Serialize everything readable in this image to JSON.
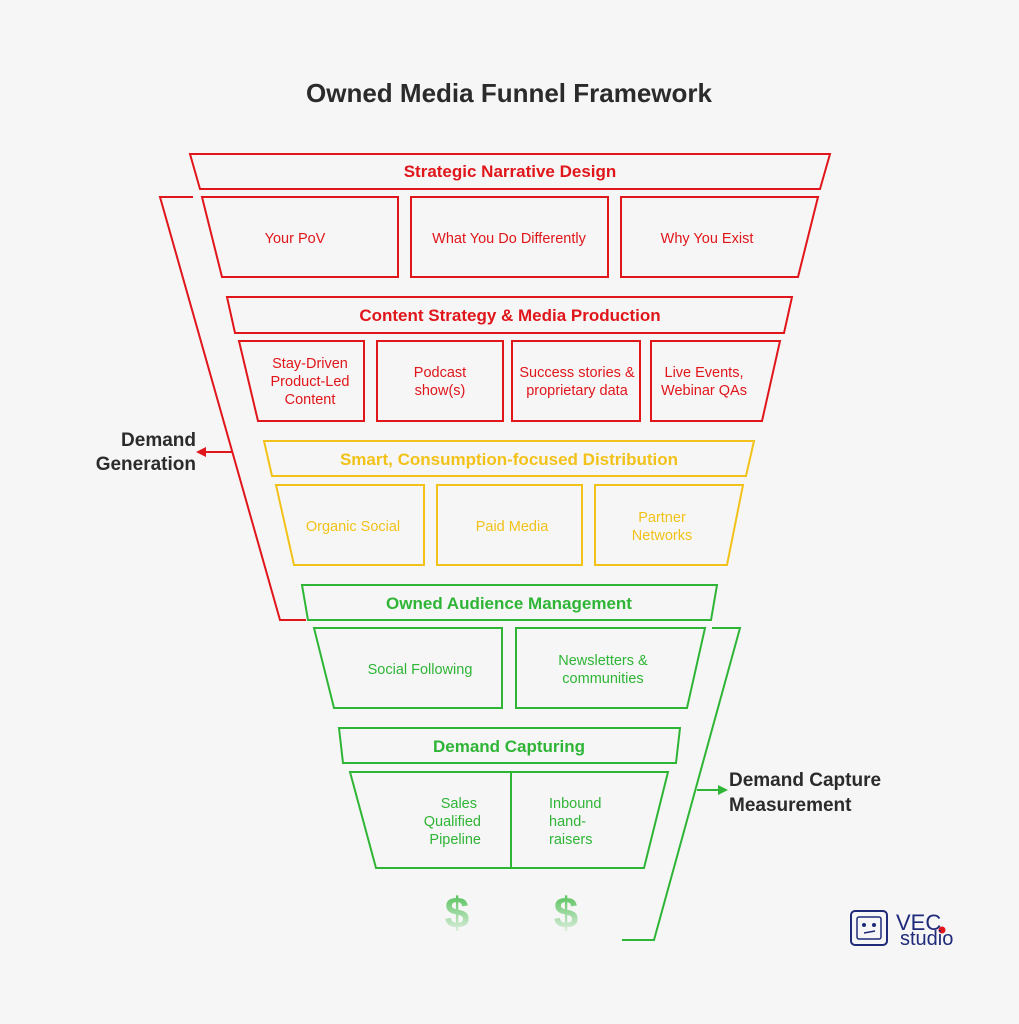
{
  "title": "Owned Media Funnel Framework",
  "colors": {
    "red": "#e0161b",
    "yellow": "#f2c21a",
    "green": "#2fb536",
    "text": "#2b2b2b",
    "brand": "#1e2a7a"
  },
  "stages": [
    {
      "header": "Strategic Narrative Design",
      "color": "red",
      "items": [
        [
          "Your PoV"
        ],
        [
          "What You Do Differently"
        ],
        [
          "Why You Exist"
        ]
      ]
    },
    {
      "header": "Content Strategy & Media Production",
      "color": "red",
      "items": [
        [
          "Stay-Driven",
          "Product-Led",
          "Content"
        ],
        [
          "Podcast",
          "show(s)"
        ],
        [
          "Success stories &",
          "proprietary data"
        ],
        [
          "Live Events,",
          "Webinar QAs"
        ]
      ]
    },
    {
      "header": "Smart, Consumption-focused Distribution",
      "color": "yellow",
      "items": [
        [
          "Organic Social"
        ],
        [
          "Paid Media"
        ],
        [
          "Partner",
          "Networks"
        ]
      ]
    },
    {
      "header": "Owned Audience Management",
      "color": "green",
      "items": [
        [
          "Social Following"
        ],
        [
          "Newsletters &",
          "communities"
        ]
      ]
    },
    {
      "header": "Demand Capturing",
      "color": "green",
      "items": [
        [
          "Sales",
          "Qualified",
          "Pipeline"
        ],
        [
          "Inbound",
          "hand-",
          "raisers"
        ]
      ]
    }
  ],
  "side_labels": {
    "demand_generation": [
      "Demand",
      "Generation"
    ],
    "demand_capture": [
      "Demand Capture",
      "Measurement"
    ]
  },
  "currency_symbols": [
    "$",
    "$"
  ],
  "logo": {
    "name": "VEC",
    "sub": "studio",
    "icon": "robot-face-icon"
  }
}
